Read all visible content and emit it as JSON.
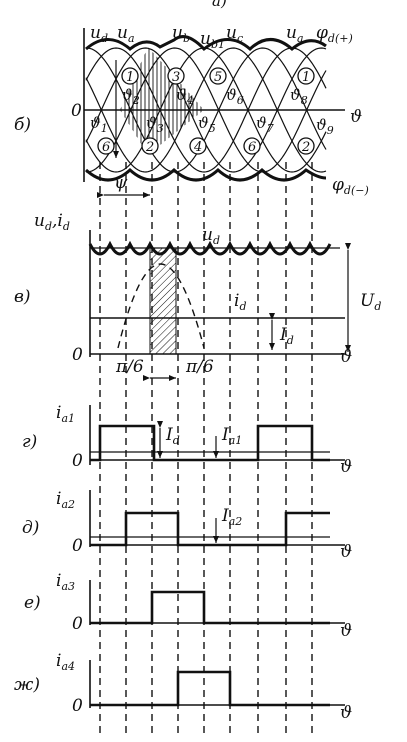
{
  "top_fragment": "а)",
  "panels": {
    "b": {
      "tag": "б)",
      "u_d": "u",
      "u_d_sub": "d",
      "u_a": "u",
      "u_a_sub": "a",
      "u_b": "u",
      "u_b_sub": "b",
      "u_b1": "u",
      "u_b1_sub": "b1",
      "u_c": "u",
      "u_c_sub": "c",
      "u_a2": "u",
      "u_a2_sub": "a",
      "phi_plus": "φ",
      "phi_plus_sub": "d(+)",
      "phi_minus": "φ",
      "phi_minus_sub": "d(−)",
      "zero": "0",
      "theta": "ϑ",
      "psi": "ψ",
      "thetas": [
        "ϑ1",
        "ϑ2",
        "ϑ3",
        "ϑ4",
        "ϑ5",
        "ϑ6",
        "ϑ7",
        "ϑ8",
        "ϑ9"
      ],
      "circles_top": [
        "1",
        "3",
        "5",
        "1"
      ],
      "circles_bottom": [
        "6",
        "2",
        "4",
        "6",
        "2"
      ]
    },
    "v": {
      "tag": "в)",
      "ylabel": "u",
      "ylabel_sub": "d",
      "ylabel2": ",i",
      "ylabel2_sub": "d",
      "u_d": "u",
      "u_d_sub": "d",
      "i_d": "i",
      "i_d_sub": "d",
      "I_d": "I",
      "I_d_sub": "d",
      "U_d": "U",
      "U_d_sub": "d",
      "zero": "0",
      "theta": "ϑ",
      "pi6_left": "π/6",
      "pi6_right": "π/6"
    },
    "g": {
      "tag": "г)",
      "ylabel": "i",
      "ylabel_sub": "a1",
      "I_d": "I",
      "I_d_sub": "d",
      "I_a1": "I",
      "I_a1_sub": "a1",
      "zero": "0",
      "theta": "ϑ"
    },
    "d": {
      "tag": "д)",
      "ylabel": "i",
      "ylabel_sub": "a2",
      "I_a2": "I",
      "I_a2_sub": "a2",
      "zero": "0",
      "theta": "ϑ"
    },
    "e": {
      "tag": "е)",
      "ylabel": "i",
      "ylabel_sub": "a3",
      "zero": "0",
      "theta": "ϑ"
    },
    "zh": {
      "tag": "ж)",
      "ylabel": "i",
      "ylabel_sub": "a4",
      "zero": "0",
      "theta": "ϑ"
    }
  }
}
